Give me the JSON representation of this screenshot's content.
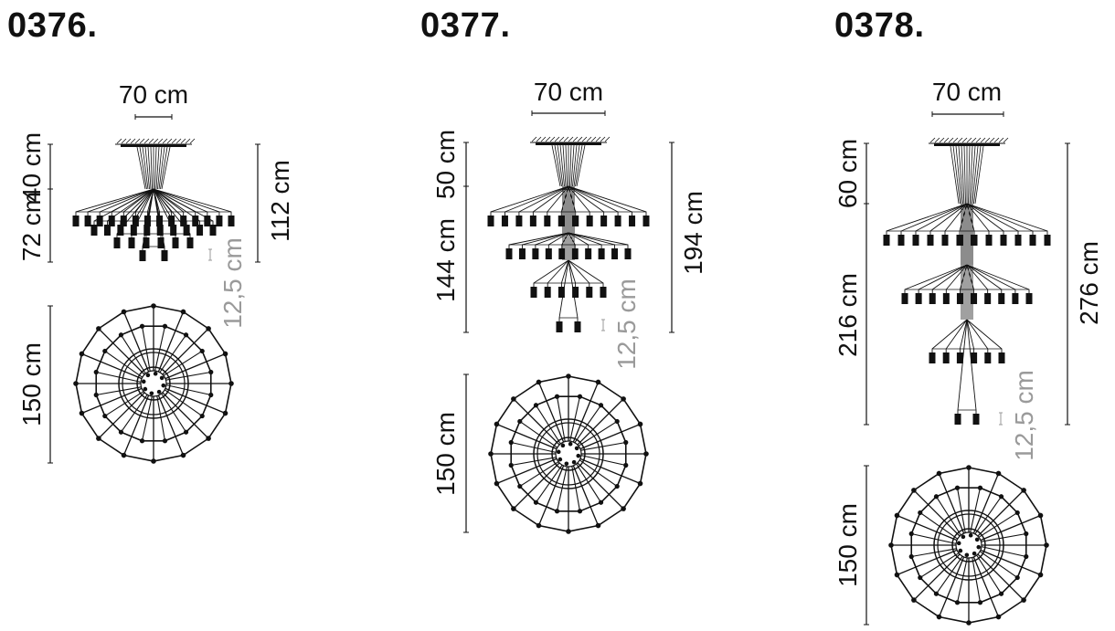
{
  "models": [
    {
      "title": "0376.",
      "width_label": "70 cm",
      "upper_label": "40 cm",
      "lower_label": "72 cm",
      "total_label": "112 cm",
      "pendant_label": "12,5 cm",
      "plan_label": "150 cm"
    },
    {
      "title": "0377.",
      "width_label": "70 cm",
      "upper_label": "50 cm",
      "lower_label": "144 cm",
      "total_label": "194 cm",
      "pendant_label": "12,5 cm",
      "plan_label": "150 cm"
    },
    {
      "title": "0378.",
      "width_label": "70 cm",
      "upper_label": "60 cm",
      "lower_label": "216 cm",
      "total_label": "276 cm",
      "pendant_label": "12,5 cm",
      "plan_label": "150 cm"
    }
  ],
  "colors": {
    "line": "#111111",
    "secondary_dimension": "#9a9a9a"
  }
}
